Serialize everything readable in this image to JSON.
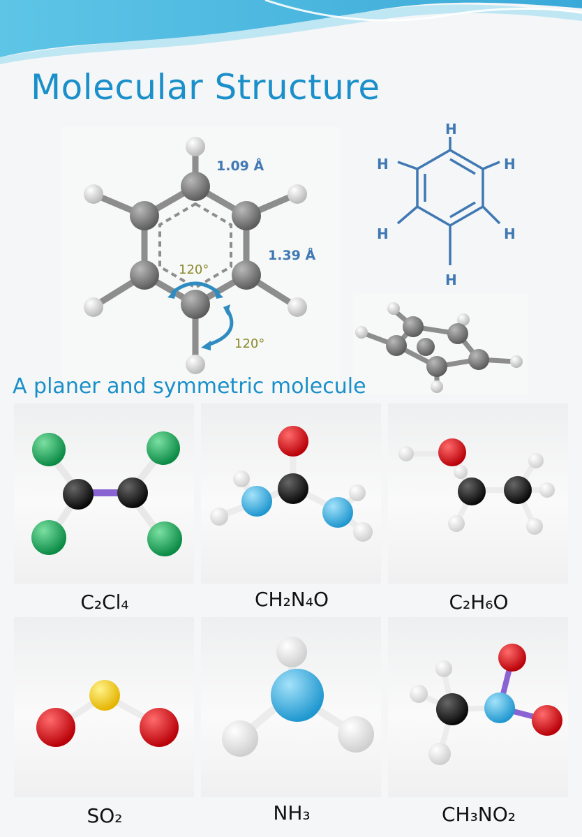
{
  "page": {
    "title": "Molecular Structure",
    "caption": "A planer and symmetric molecule"
  },
  "benzene_3d": {
    "bond_ch": "1.09 Å",
    "bond_cc": "1.39 Å",
    "angle_top": "120°",
    "angle_bottom": "120°"
  },
  "benzene_formula": {
    "atoms": [
      "H",
      "H",
      "H",
      "H",
      "H",
      "H"
    ]
  },
  "molecules": [
    {
      "formula": "C₂Cl₄"
    },
    {
      "formula": "CH₂N₄O"
    },
    {
      "formula": "C₂H₆O"
    },
    {
      "formula": "SO₂"
    },
    {
      "formula": "NH₃"
    },
    {
      "formula": "CH₃NO₂"
    }
  ],
  "colors": {
    "accent": "#1a8fc9",
    "diagram_blue": "#3f78b3",
    "angle_olive": "#8a8a2a",
    "carbon_grey": "#7b7b7b",
    "chlorine_green": "#1fa55a",
    "oxygen_red": "#d8121a",
    "nitrogen_blue": "#3fb3e3",
    "sulfur_yellow": "#f2d21a",
    "bond_purple": "#8a63d2"
  }
}
